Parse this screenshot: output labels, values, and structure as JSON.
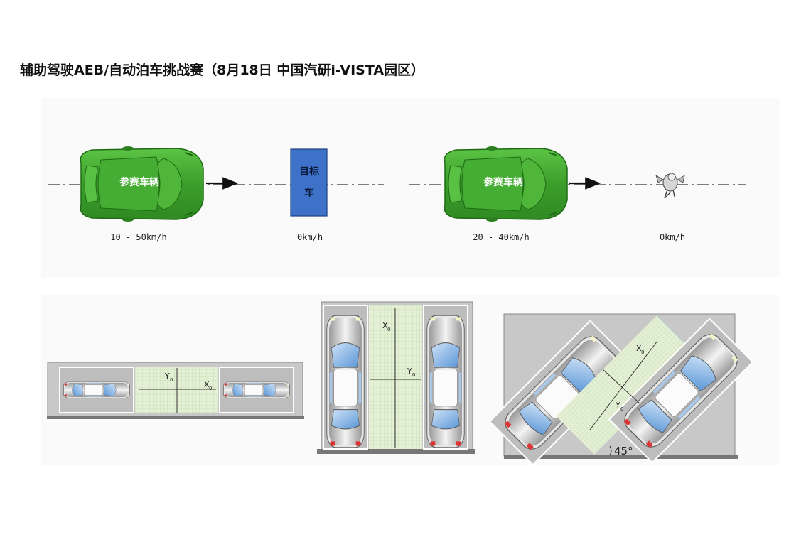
{
  "title": "辅助驾驶AEB/自动泊车挑战赛（8月18日 中国汽研i-VISTA园区）",
  "aeb": {
    "test_car_label": "参赛车辆",
    "target_car_label_line1": "目标",
    "target_car_label_line2": "车",
    "speeds": {
      "car_scene_ego": "10 - 50km/h",
      "car_scene_target": "0km/h",
      "ped_scene_ego": "20 - 40km/h",
      "ped_scene_target": "0km/h"
    }
  },
  "parking": {
    "x_label": "X",
    "y_label": "Y",
    "subscript": "0",
    "angle_label": "45°"
  },
  "colors": {
    "car_green": "#3caa2e",
    "target_blue": "#3d72c8",
    "slot_gray": "#c8c8c8",
    "space_green": "#d8ecc8"
  }
}
